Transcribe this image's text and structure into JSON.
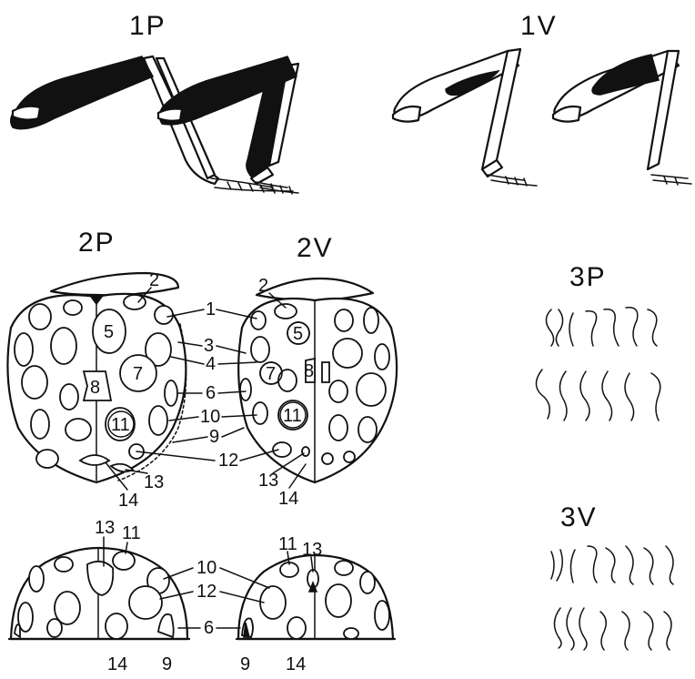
{
  "panels": {
    "p1P": "1P",
    "p1V": "1V",
    "p2P": "2P",
    "p2V": "2V",
    "p3P": "3P",
    "p3V": "3V"
  },
  "numbers": {
    "n1": "1",
    "n2": "2",
    "n3": "3",
    "n4": "4",
    "n5": "5",
    "n6": "6",
    "n7": "7",
    "n8": "8",
    "n9": "9",
    "n10": "10",
    "n11": "11",
    "n12": "12",
    "n13": "13",
    "n14": "14"
  }
}
